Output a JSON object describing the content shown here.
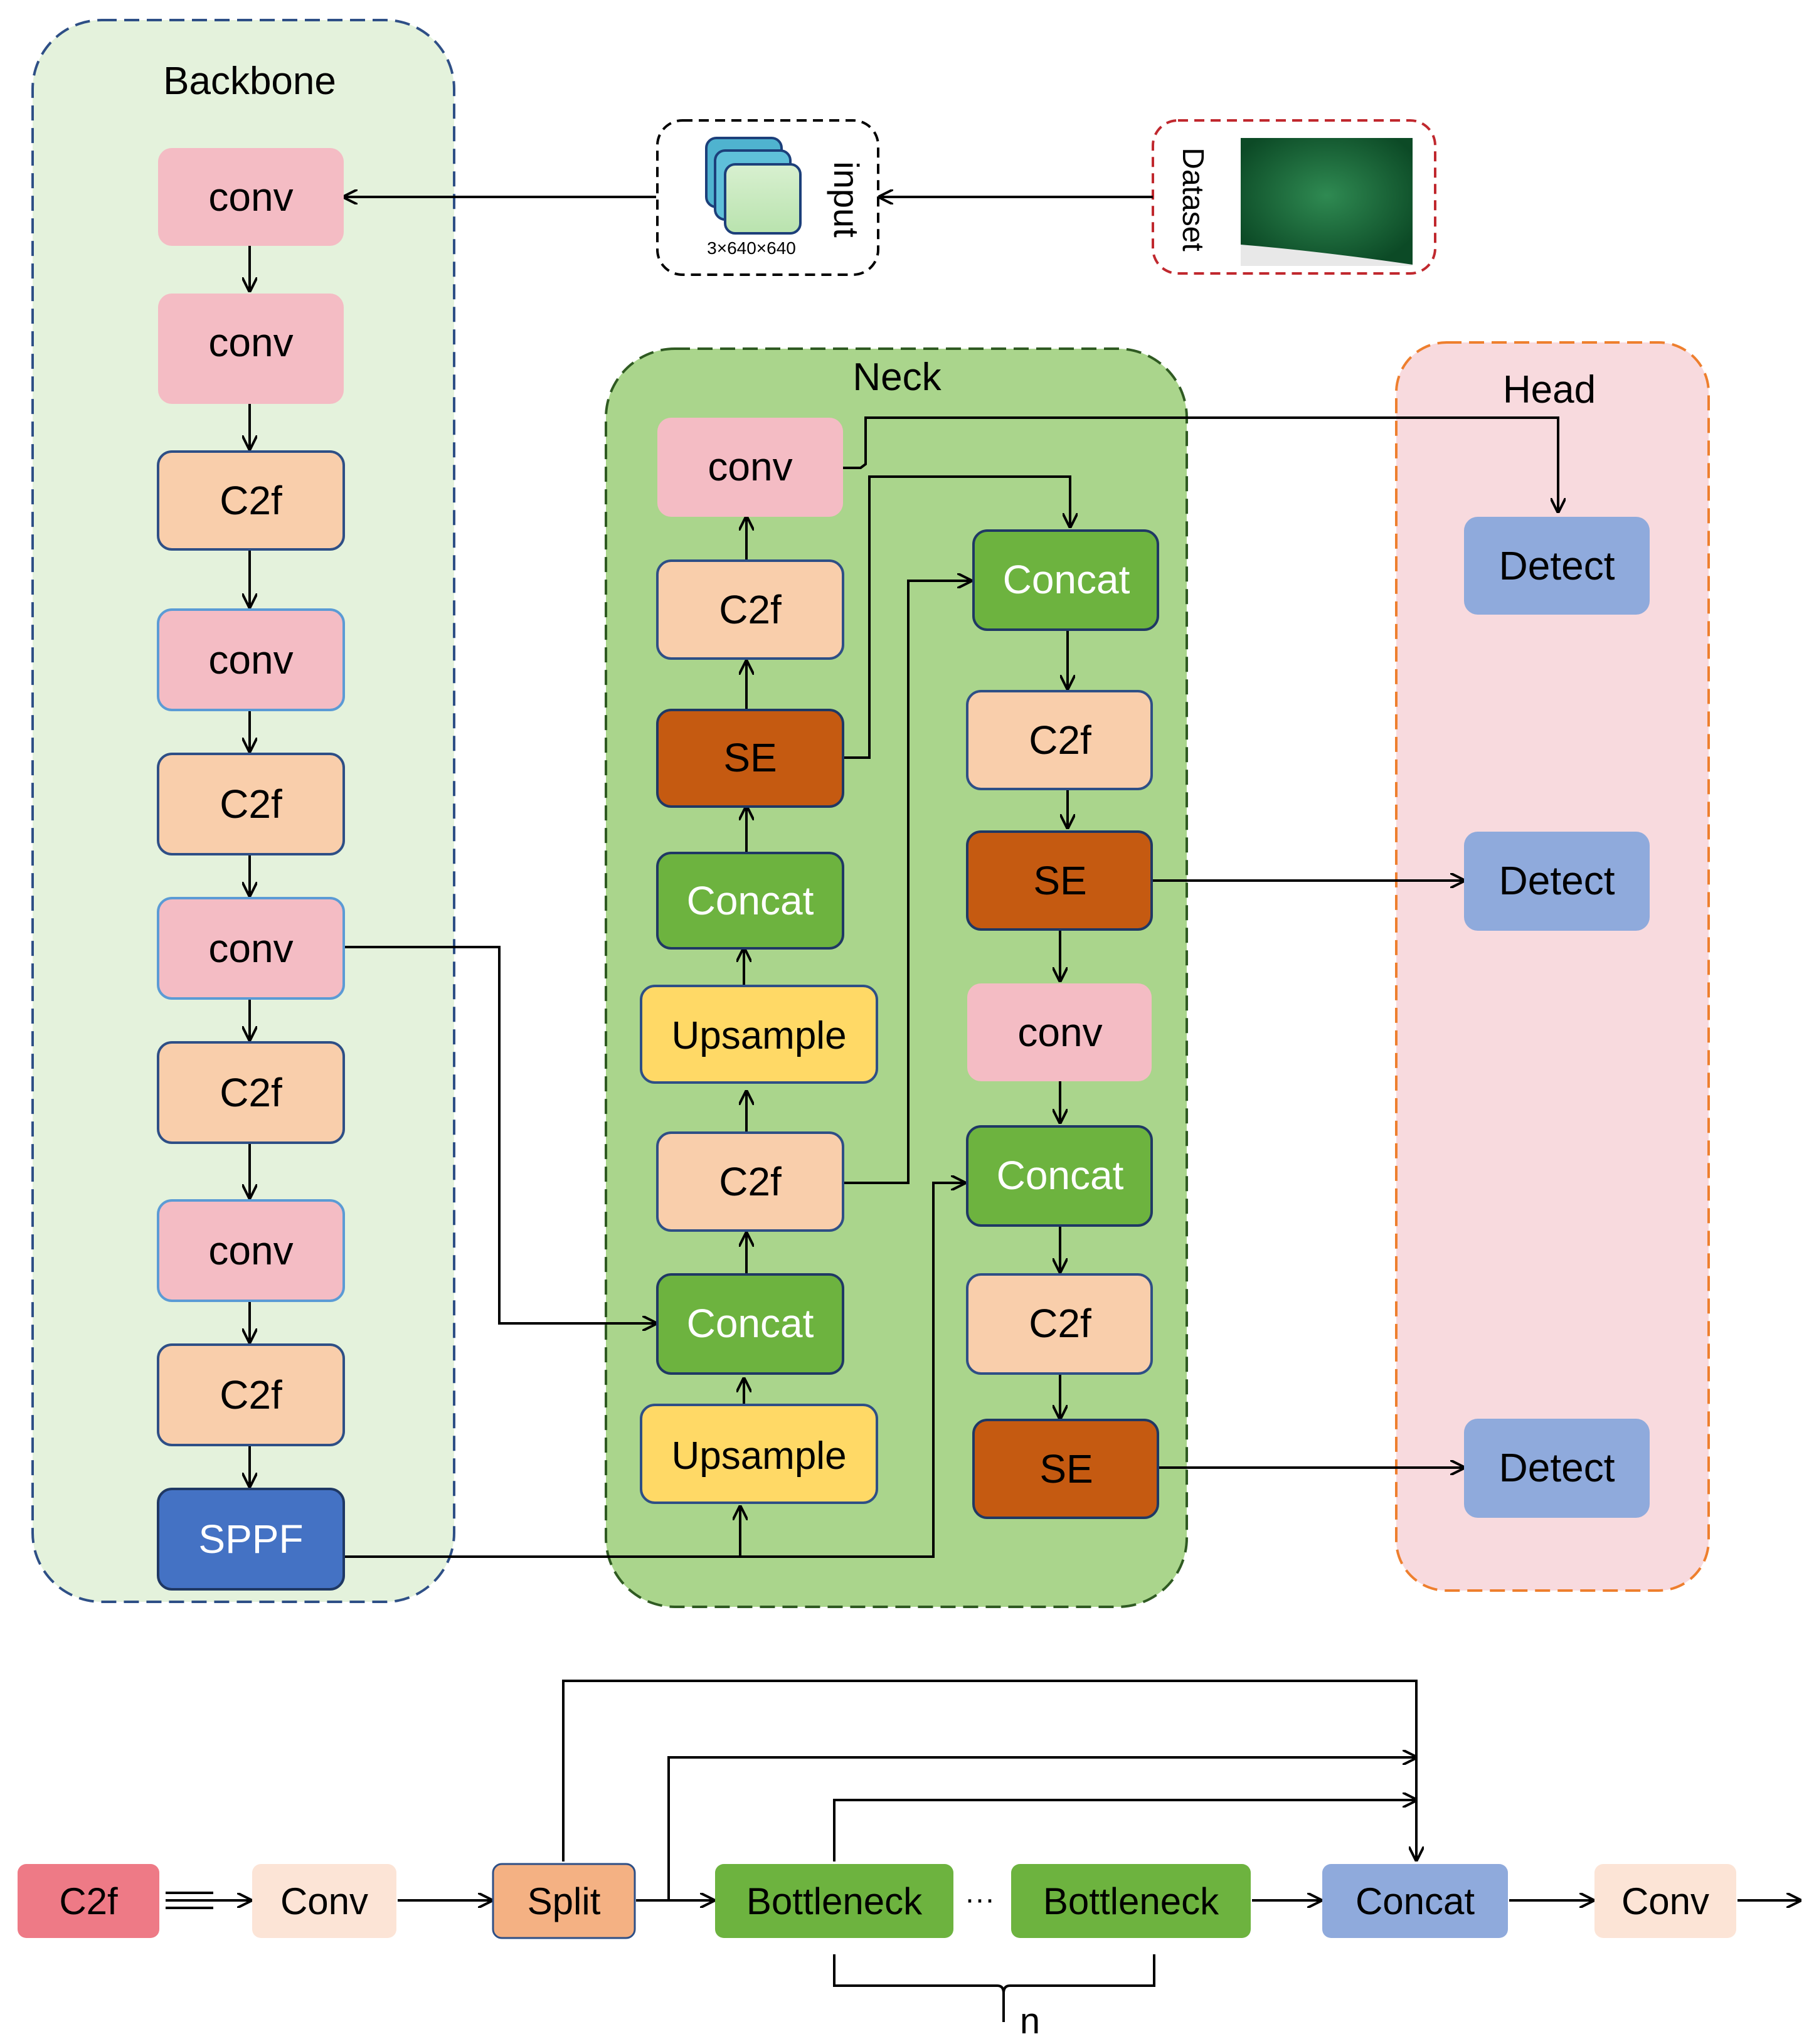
{
  "groups": {
    "backbone": "Backbone",
    "neck": "Neck",
    "head": "Head"
  },
  "input": {
    "label": "input",
    "size": "3×640×640"
  },
  "dataset": {
    "label": "Dataset"
  },
  "backbone": [
    "conv",
    "conv",
    "C2f",
    "conv",
    "C2f",
    "conv",
    "C2f",
    "conv",
    "C2f",
    "SPPF"
  ],
  "neck": {
    "left": [
      "conv",
      "C2f",
      "SE",
      "Concat",
      "Upsample",
      "C2f",
      "Concat",
      "Upsample"
    ],
    "right": [
      "Concat",
      "C2f",
      "SE",
      "conv",
      "Concat",
      "C2f",
      "SE"
    ]
  },
  "head": [
    "Detect",
    "Detect",
    "Detect"
  ],
  "c2f_module": {
    "blocks": [
      "C2f",
      "Conv",
      "Split",
      "Bottleneck",
      "Bottleneck",
      "Concat",
      "Conv"
    ],
    "ellipsis": "···",
    "repeat_label": "n"
  },
  "colors": {
    "conv": "#f4bcc4",
    "c2f": "#f9ceab",
    "se": "#c55a11",
    "concat": "#6db33f",
    "upsample": "#ffd966",
    "sppf": "#4472c4",
    "detect": "#8faadc",
    "backbone_bg": "#e4f2dc",
    "neck_bg": "#aad58c",
    "head_bg": "#f8dade"
  }
}
